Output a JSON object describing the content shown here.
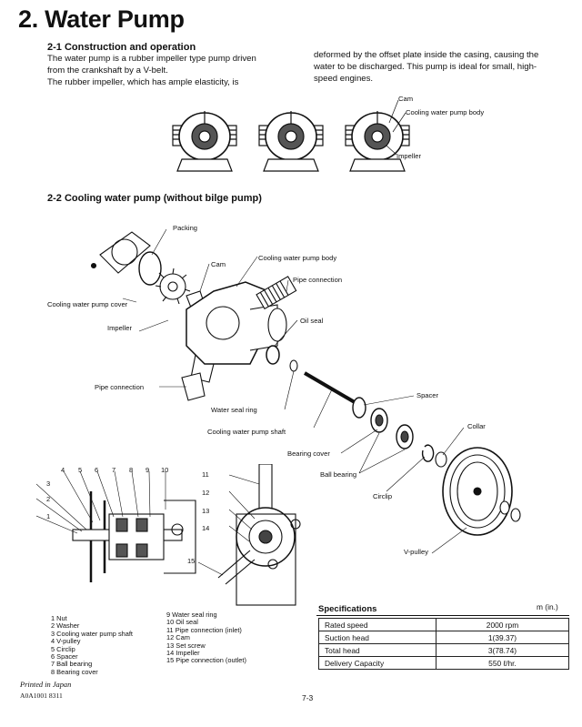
{
  "title": "2. Water Pump",
  "s1": {
    "heading": "2-1 Construction and operation",
    "p1_line1": "The water pump is a rubber impeller type  pump driven",
    "p1_line2": "from the crankshaft by a V-belt.",
    "p1_line3": "The  rubber  impeller,  which  has  ample  elasticity,  is",
    "p2_line1": "deformed by the offset plate inside the casing, causing the",
    "p2_line2": "water to be discharged. This pump is ideal for small,  high-",
    "p2_line3": "speed engines."
  },
  "fig1": {
    "cam": "Cam",
    "body": "Cooling water pump body",
    "impeller": "Impeller"
  },
  "s2": {
    "heading": "2-2 Cooling water pump (without bilge pump)"
  },
  "fig2": {
    "packing": "Packing",
    "cam": "Cam",
    "body": "Cooling water pump body",
    "pipe1": "Pipe connection",
    "cover": "Cooling water pump cover",
    "impeller": "Impeller",
    "oilseal": "Oil seal",
    "pipe2": "Pipe connection",
    "spacer": "Spacer",
    "waterseal": "Water seal ring",
    "shaft": "Cooling water pump shaft",
    "collar": "Collar",
    "bearingcover": "Bearing cover",
    "ballbearing": "Ball bearing",
    "circlip": "Circlip",
    "vpulley": "V-pulley"
  },
  "fig3": {
    "n1": "1",
    "n2": "2",
    "n3": "3",
    "n4": "4",
    "n5": "5",
    "n6": "6",
    "n7": "7",
    "n8": "8",
    "n9": "9",
    "n10": "10",
    "n11": "11",
    "n12": "12",
    "n13": "13",
    "n14": "14",
    "n15": "15"
  },
  "legend": {
    "left": [
      "1 Nut",
      "2 Washer",
      "3 Cooling water pump shaft",
      "4 V-pulley",
      "5 Circlip",
      "6 Spacer",
      "7 Ball bearing",
      "8 Bearing cover"
    ],
    "right": [
      "9 Water seal ring",
      "10 Oil seal",
      "11 Pipe connection (inlet)",
      "12 Cam",
      "13 Set screw",
      "14 Impeller",
      "15 Pipe connection (outlet)"
    ]
  },
  "spec": {
    "title": "Specifications",
    "unit": "m (in.)",
    "rows": [
      {
        "label": "Rated speed",
        "value": "2000 rpm"
      },
      {
        "label": "Suction head",
        "value": "1(39.37)"
      },
      {
        "label": "Total head",
        "value": "3(78.74)"
      },
      {
        "label": "Delivery Capacity",
        "value": "550 ℓ/hr."
      }
    ]
  },
  "footer": {
    "printed": "Printed in Japan",
    "code": "A0A1001  8311",
    "page": "7-3"
  }
}
